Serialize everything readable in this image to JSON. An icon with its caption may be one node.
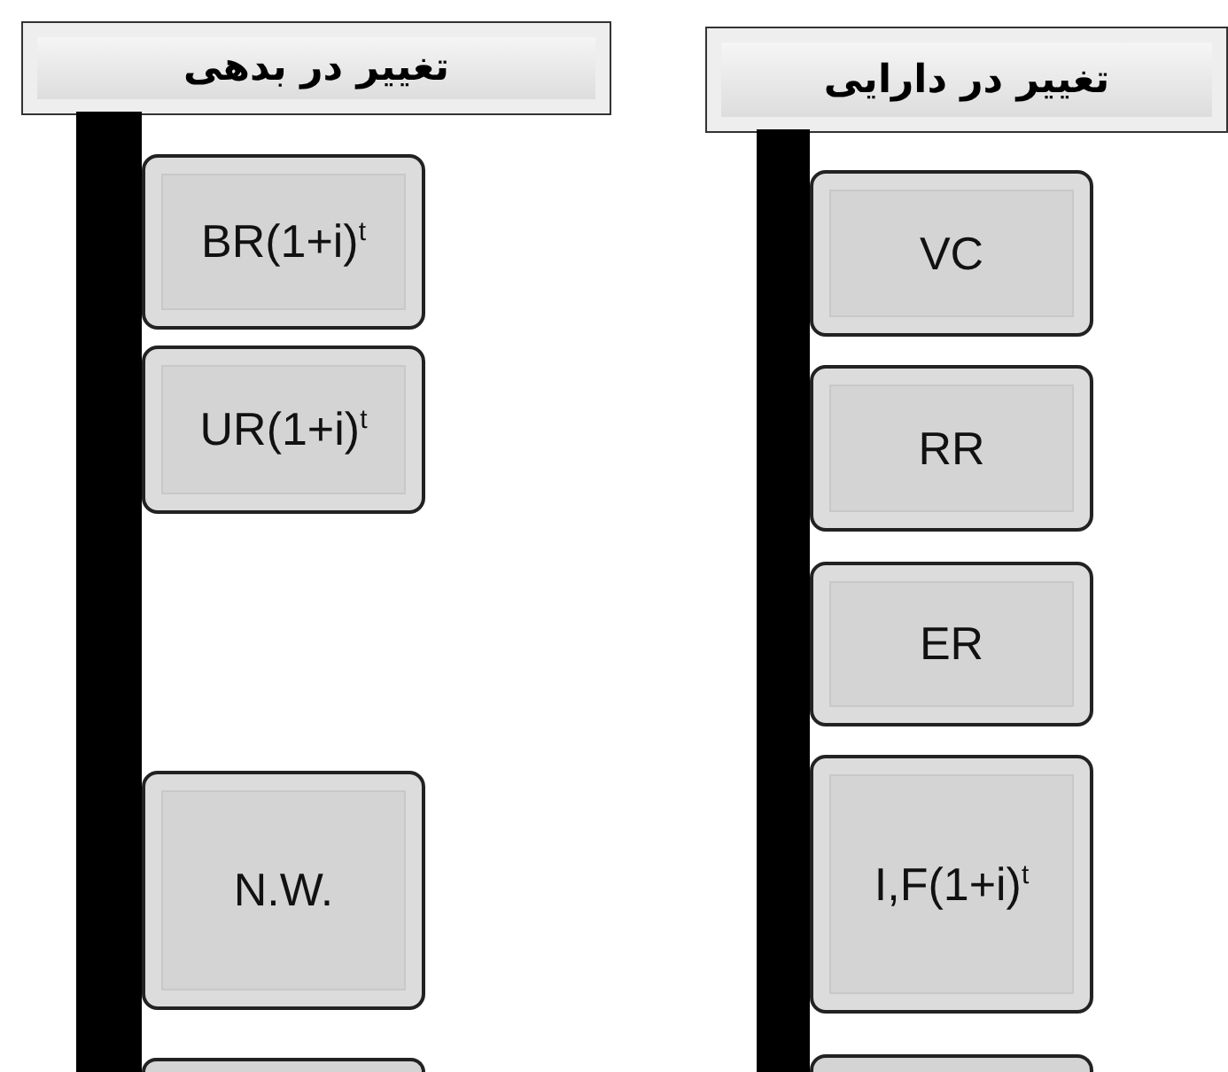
{
  "diagram": {
    "nodes": [
      {
        "text": [
          "تغییر در دارایی"
        ]
      },
      {
        "text": [],
        "shape": "bar"
      },
      {
        "text": [
          "VC"
        ]
      },
      {
        "text": [
          "RR"
        ]
      },
      {
        "text": [
          "ER"
        ]
      },
      {
        "text": [
          "I,F(1+i)$^{t}$"
        ]
      },
      {
        "text": [],
        "shape": "box"
      },
      {
        "text": [
          "تغییر در بدهی"
        ]
      },
      {
        "text": [],
        "shape": "bar"
      },
      {
        "text": [
          "BR(1+i)$^{t}$"
        ]
      },
      {
        "text": [
          "UR(1+i)$^{t}$"
        ]
      },
      {
        "text": [
          "N.W."
        ]
      },
      {
        "text": [],
        "shape": "box"
      }
    ]
  }
}
